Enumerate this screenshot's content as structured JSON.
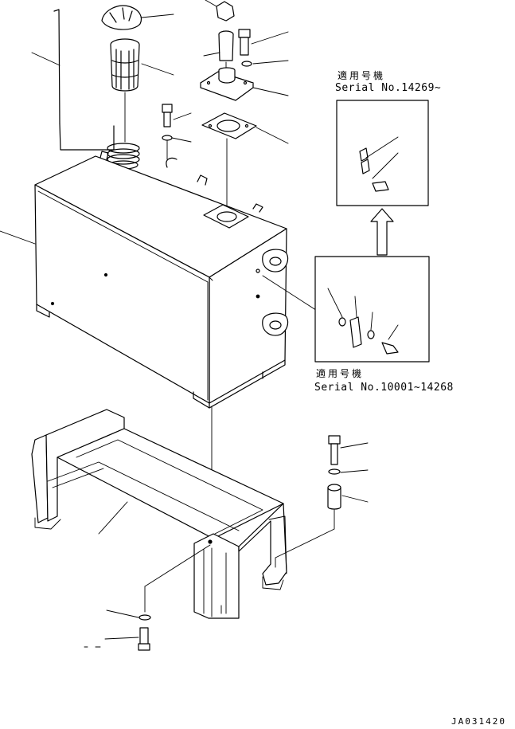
{
  "upper_variant": {
    "applicable_label": "適用号機",
    "serial_label": "Serial No.14269~"
  },
  "lower_variant": {
    "applicable_label": "適用号機",
    "serial_label": "Serial No.10001~14268"
  },
  "drawing_code": "JA031420",
  "colors": {
    "line": "#000000",
    "background": "#ffffff"
  }
}
